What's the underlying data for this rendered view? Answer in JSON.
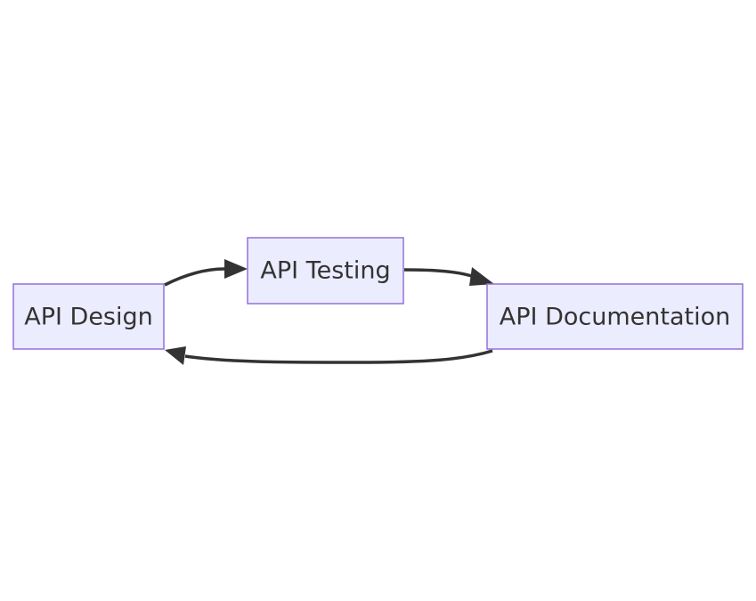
{
  "diagram": {
    "type": "flowchart",
    "colors": {
      "node_fill": "#ECECFF",
      "node_stroke": "#9370DB",
      "edge": "#333333",
      "text": "#333333"
    },
    "nodes": {
      "design": {
        "label": "API Design"
      },
      "testing": {
        "label": "API Testing"
      },
      "documentation": {
        "label": "API Documentation"
      }
    },
    "edges": [
      {
        "from": "design",
        "to": "testing"
      },
      {
        "from": "testing",
        "to": "documentation"
      },
      {
        "from": "documentation",
        "to": "design"
      }
    ]
  }
}
